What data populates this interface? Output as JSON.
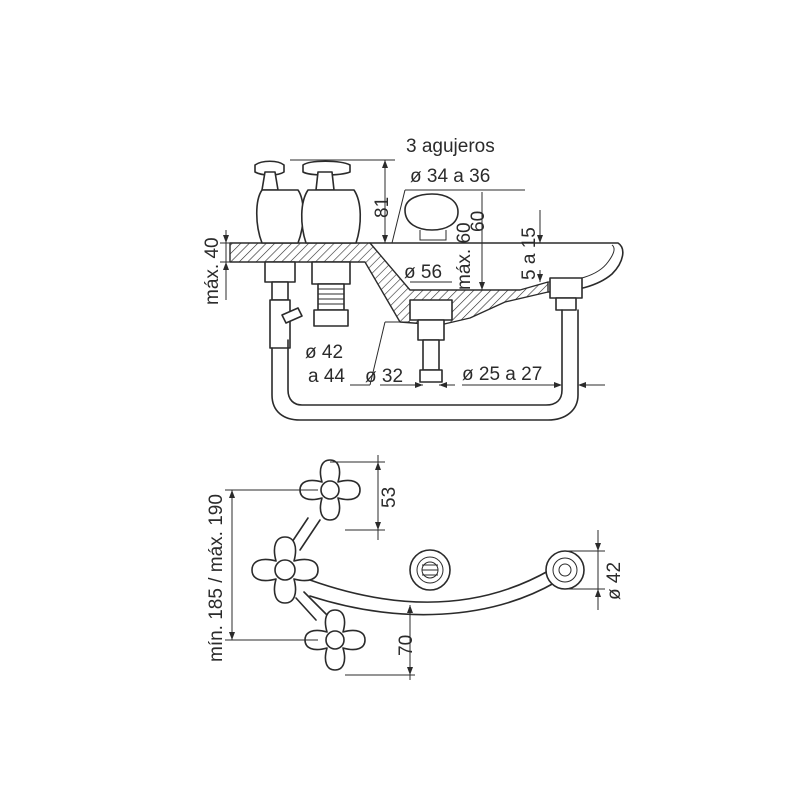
{
  "labels": {
    "holes_title": "3 agujeros",
    "holes_diameter": "ø 34 a 36",
    "dim_81": "81",
    "dim_60": "60",
    "dim_max60": "máx. 60",
    "dim_max40": "máx. 40",
    "dim_5a15": "5 a 15",
    "dim_56": "ø 56",
    "dim_42a44_a": "ø 42",
    "dim_42a44_b": "a 44",
    "dim_32": "ø 32",
    "dim_25a27": "ø 25 a 27",
    "dim_53": "53",
    "dim_min_max": "mín. 185 / máx. 190",
    "dim_70": "70",
    "dim_42": "ø 42"
  },
  "colors": {
    "line": "#2b2b2b",
    "background": "#ffffff"
  }
}
